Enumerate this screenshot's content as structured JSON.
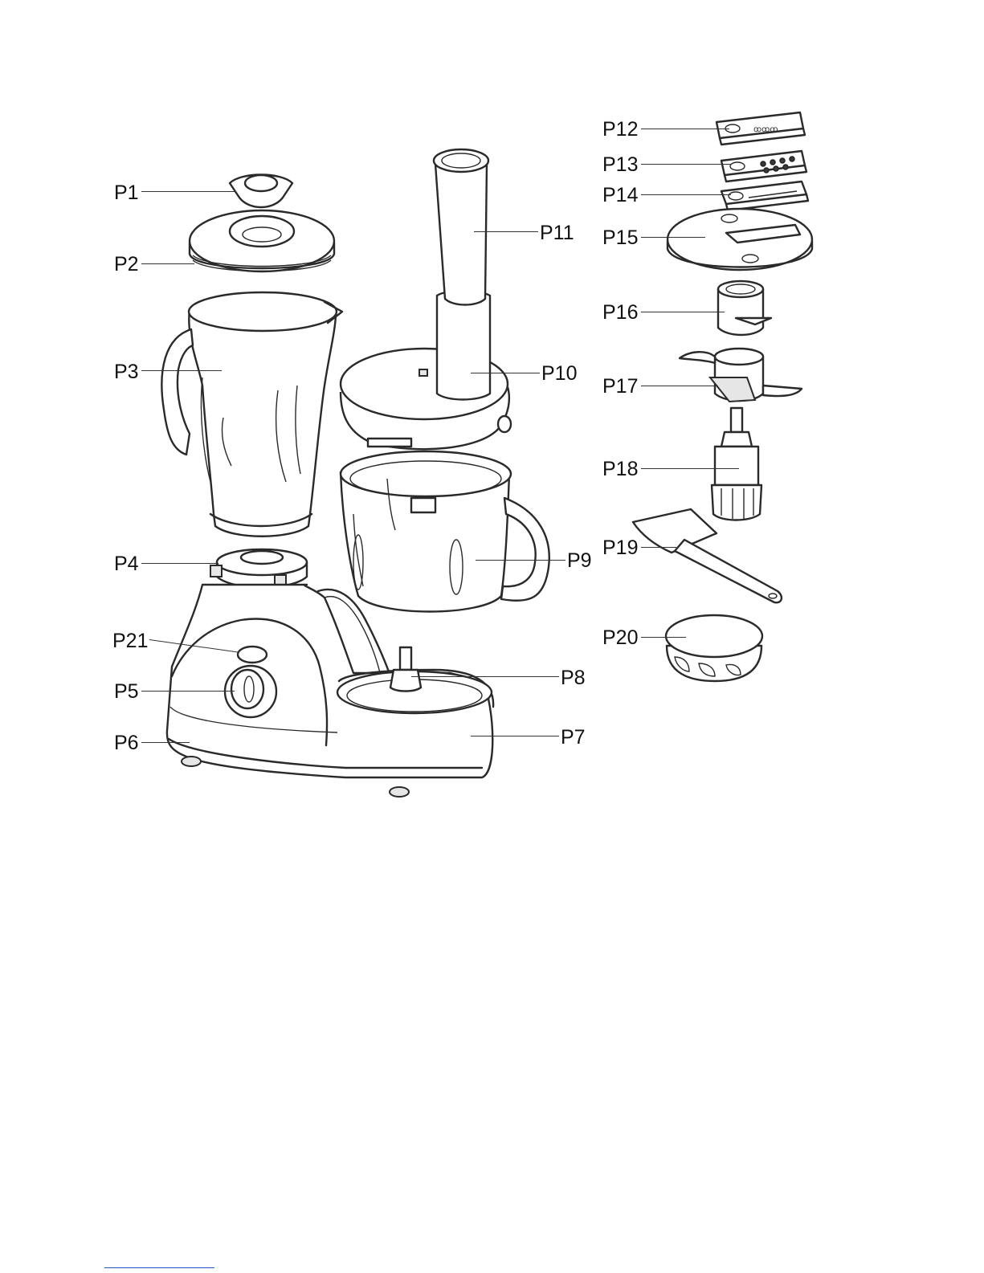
{
  "labels": {
    "p1": "P1",
    "p2": "P2",
    "p3": "P3",
    "p4": "P4",
    "p5": "P5",
    "p6": "P6",
    "p7": "P7",
    "p8": "P8",
    "p9": "P9",
    "p10": "P10",
    "p11": "P11",
    "p12": "P12",
    "p13": "P13",
    "p14": "P14",
    "p15": "P15",
    "p16": "P16",
    "p17": "P17",
    "p18": "P18",
    "p19": "P19",
    "p20": "P20",
    "p21": "P21"
  },
  "colors": {
    "line": "#2a2a2a",
    "fill": "#e6e6e6",
    "footnote_rule": "#2255cc"
  }
}
